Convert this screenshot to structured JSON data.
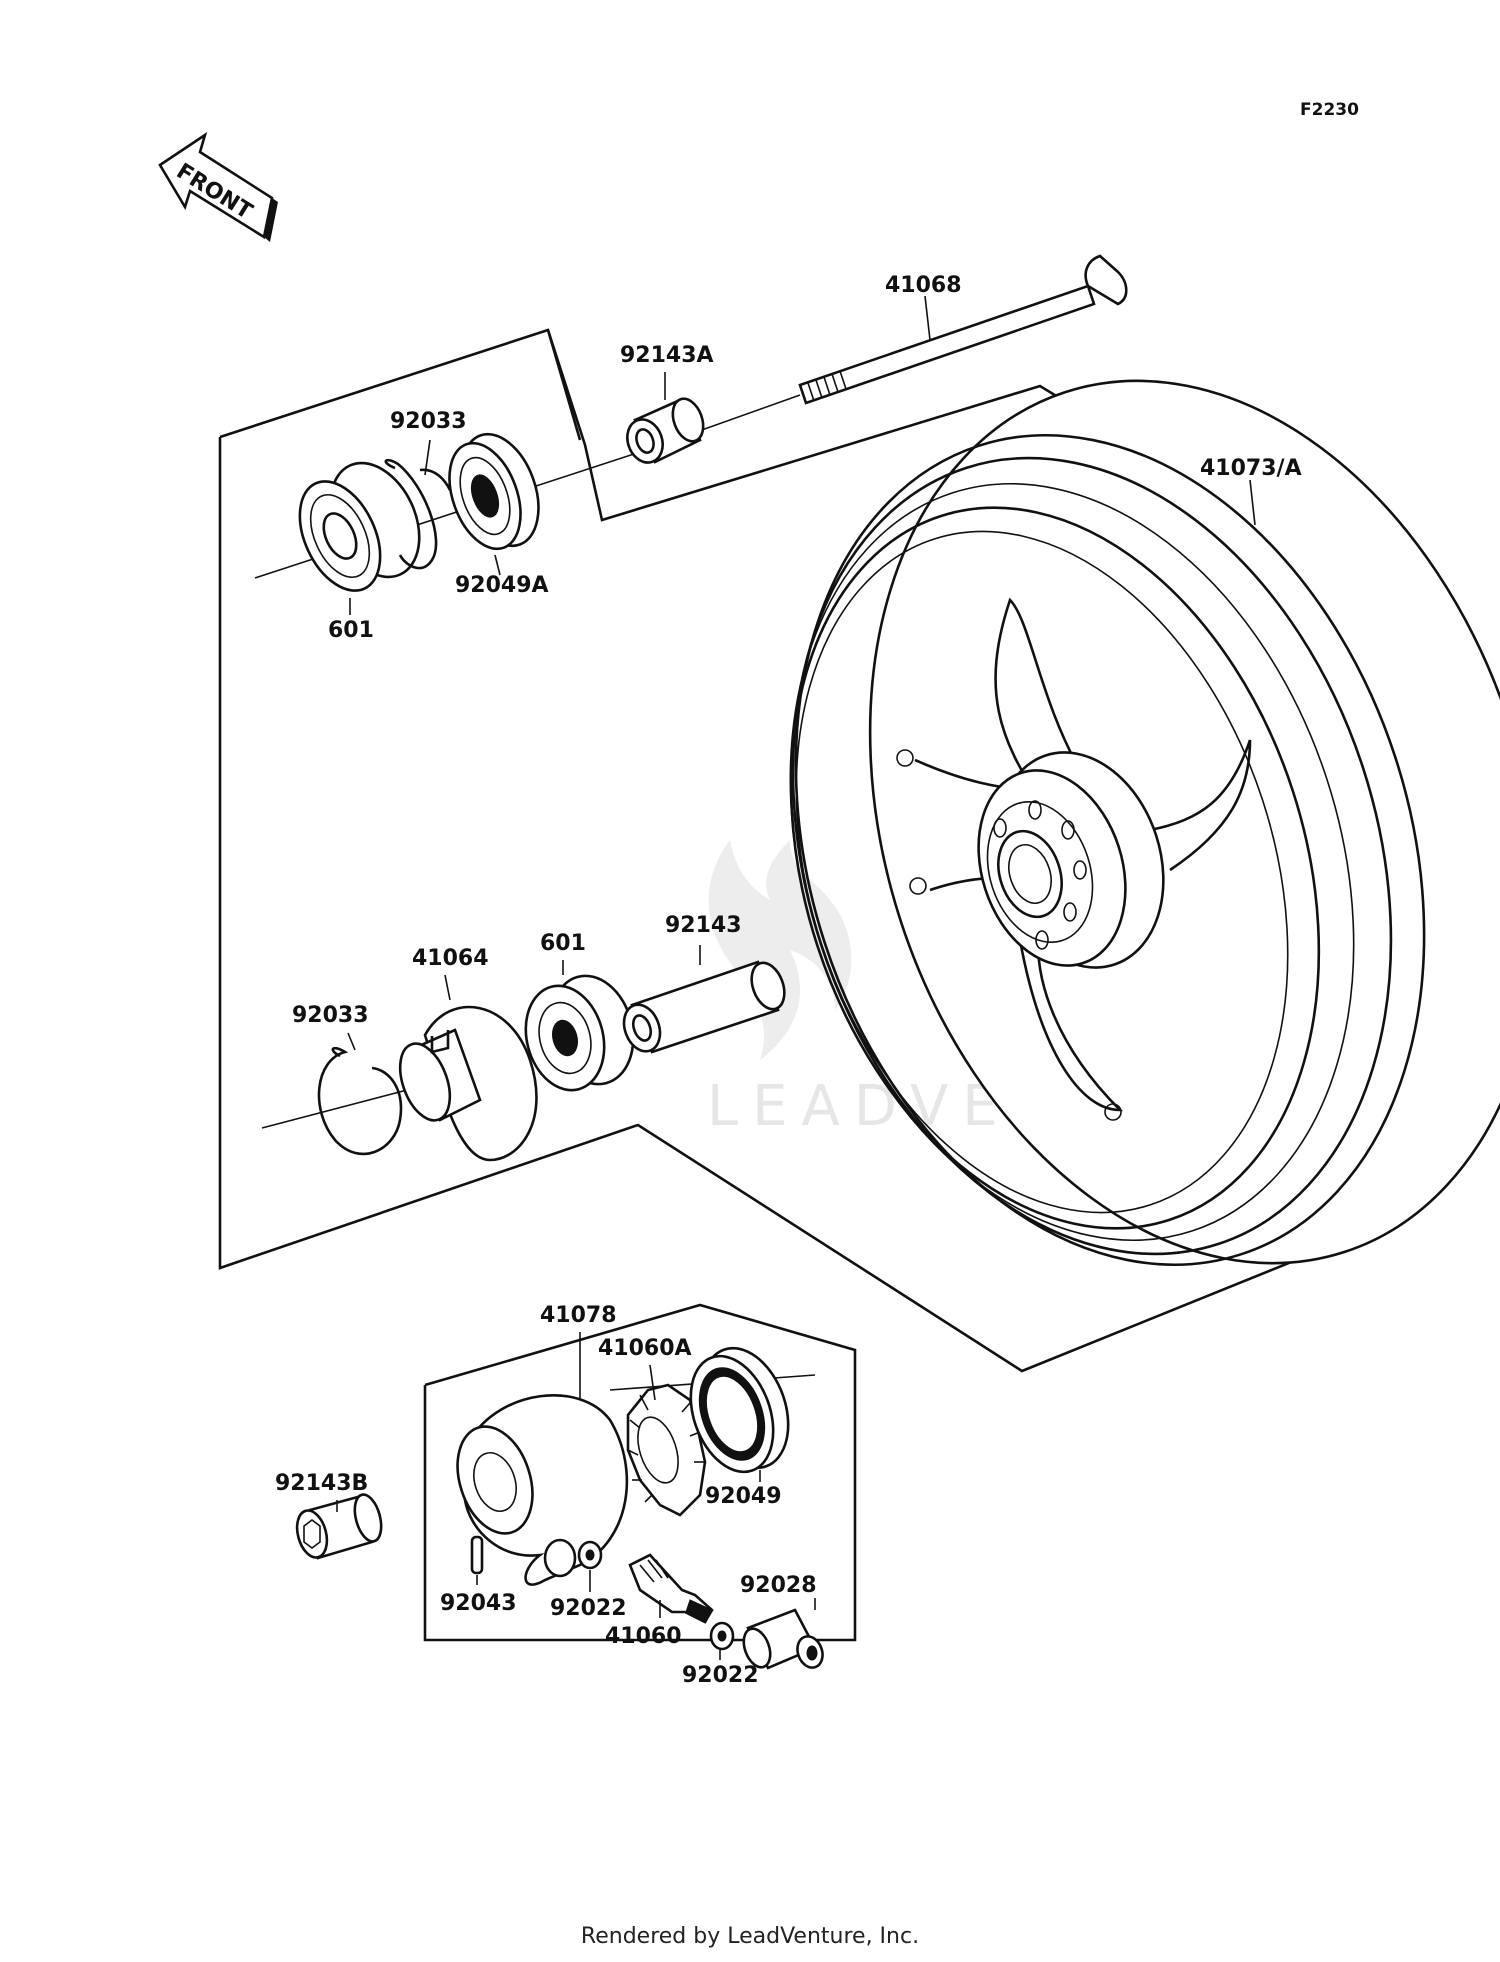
{
  "diagram": {
    "code": "F2230",
    "front_label": "FRONT",
    "watermark": "LEADVENTURE",
    "parts": {
      "axle": "41068",
      "collar_axle": "92143A",
      "rim": "41073/A",
      "circlip_upper": "92033",
      "bearing_upper": "601",
      "oil_seal_upper": "92049A",
      "circlip_lower": "92033",
      "coupling": "41064",
      "bearing_lower": "601",
      "sleeve": "92143",
      "gear_housing": "41078",
      "drive_gear": "41060A",
      "oil_seal": "92049",
      "collar_b": "92143B",
      "pin": "92043",
      "washer_left": "92022",
      "pinion": "41060",
      "washer_right": "92022",
      "bushing": "92028"
    }
  },
  "footer": {
    "text": "Rendered by LeadVenture, Inc."
  }
}
